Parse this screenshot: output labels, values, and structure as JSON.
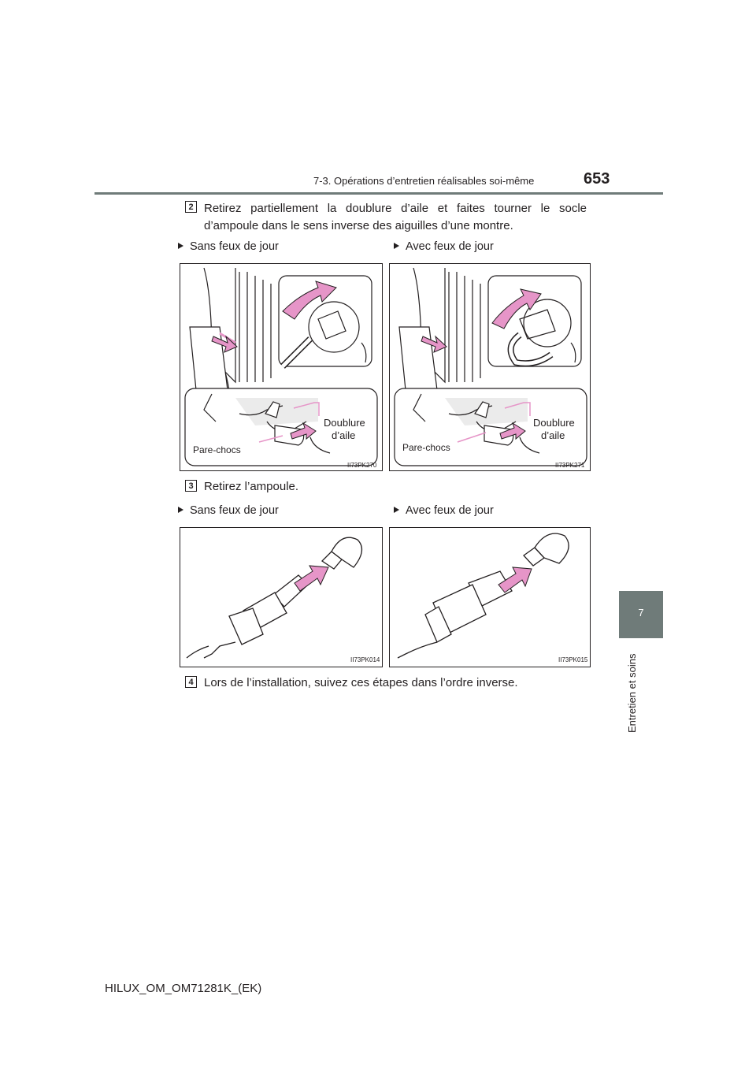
{
  "header": {
    "section": "7-3. Opérations d’entretien réalisables soi-même",
    "page_number": "653"
  },
  "side_tab": {
    "number": "7",
    "label": "Entretien et soins"
  },
  "steps": [
    {
      "number": "2",
      "text_line1": "Retirez partiellement la doublure d’aile et faites tourner le socle",
      "text_line2": "d’ampoule dans le sens inverse des aiguilles d’une montre."
    },
    {
      "number": "3",
      "text": "Retirez l’ampoule."
    },
    {
      "number": "4",
      "text": "Lors de l’installation, suivez ces étapes dans l’ordre inverse."
    }
  ],
  "row1": {
    "left_caption": "Sans feux de jour",
    "right_caption": "Avec feux de jour",
    "left_figure": {
      "label_fender": "Doublure\nd’aile",
      "label_fender_l1": "Doublure",
      "label_fender_l2": "d’aile",
      "label_bumper": "Pare-chocs",
      "code": "II73PK270"
    },
    "right_figure": {
      "label_fender_l1": "Doublure",
      "label_fender_l2": "d’aile",
      "label_bumper": "Pare-chocs",
      "code": "II73PK271"
    }
  },
  "row2": {
    "left_caption": "Sans feux de jour",
    "right_caption": "Avec feux de jour",
    "left_figure": {
      "code": "II73PK014"
    },
    "right_figure": {
      "code": "II73PK015"
    }
  },
  "footer": {
    "doc_id": "HILUX_OM_OM71281K_(EK)"
  },
  "colors": {
    "accent_pink": "#e695c8",
    "tab_gray": "#6f7b79",
    "ink": "#231f20"
  }
}
